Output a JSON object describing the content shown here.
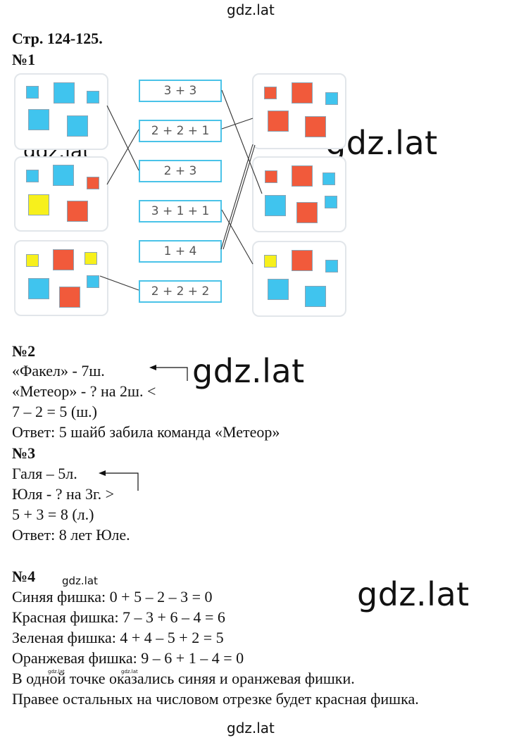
{
  "watermark": "gdz.lat",
  "page_header": "Стр. 124-125.",
  "task1": {
    "number": "№1",
    "expressions": [
      "3 + 3",
      "2 + 2 + 1",
      "2 + 3",
      "3 + 1 + 1",
      "1 + 4",
      "2 + 2 + 2"
    ],
    "colors": {
      "blue": "#40c4ee",
      "red": "#f15a3b",
      "yellow": "#f7f01c"
    }
  },
  "task2": {
    "number": "№2",
    "line1": "«Факел» - 7ш.",
    "line2": "«Метеор» - ? на 2ш. <",
    "line3": "7 – 2 = 5 (ш.)",
    "line4": "Ответ: 5 шайб забила команда «Метеор»"
  },
  "task3": {
    "number": "№3",
    "line1": "Галя – 5л.",
    "line2": "Юля - ? на 3г. >",
    "line3": "5 + 3 = 8 (л.)",
    "line4": "Ответ: 8 лет Юле."
  },
  "task4": {
    "number": "№4",
    "line1": "Синяя фишка: 0 + 5 – 2 – 3 = 0",
    "line2": "Красная фишка: 7 – 3 + 6 – 4 = 6",
    "line3": "Зеленая фишка: 4 + 4 – 5 + 2 = 5",
    "line4": "Оранжевая фишка: 9 – 6 + 1 – 4 = 0",
    "line5": "В одной точке оказались синяя и оранжевая фишки.",
    "line6": "Правее остальных на числовом отрезке будет красная фишка."
  }
}
